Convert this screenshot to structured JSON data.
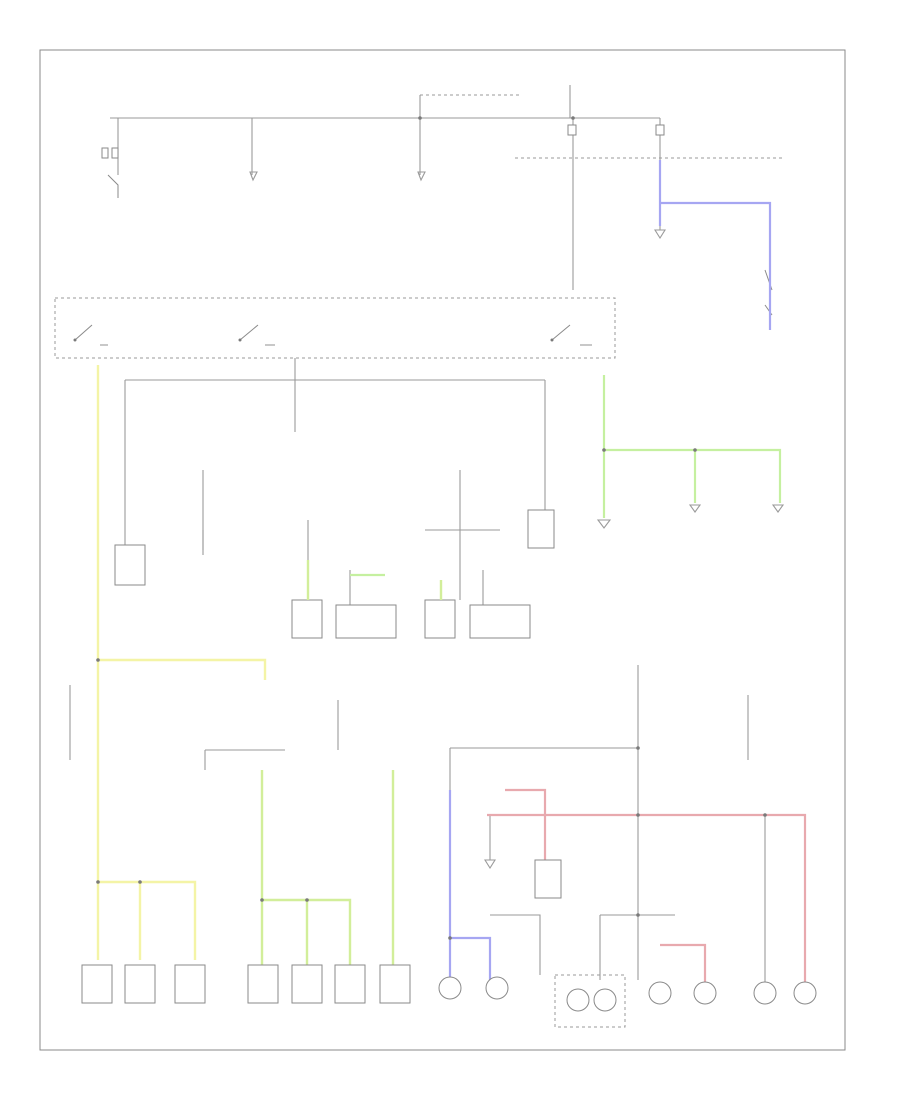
{
  "diagram": {
    "title": "",
    "footer_code": "",
    "colors": {
      "frame": "#8a8a8a",
      "wire": "#9a9a9a",
      "yellow_wire": "#f4f4a6",
      "green_wire": "#c5f0a0",
      "blue_wire": "#a6a6f2",
      "red_wire": "#e8a9ae",
      "background": "#ffffff"
    },
    "icons": [
      "ground-symbol",
      "switch-symbol",
      "lamp-symbol",
      "connector-symbol",
      "splice-dot"
    ]
  }
}
